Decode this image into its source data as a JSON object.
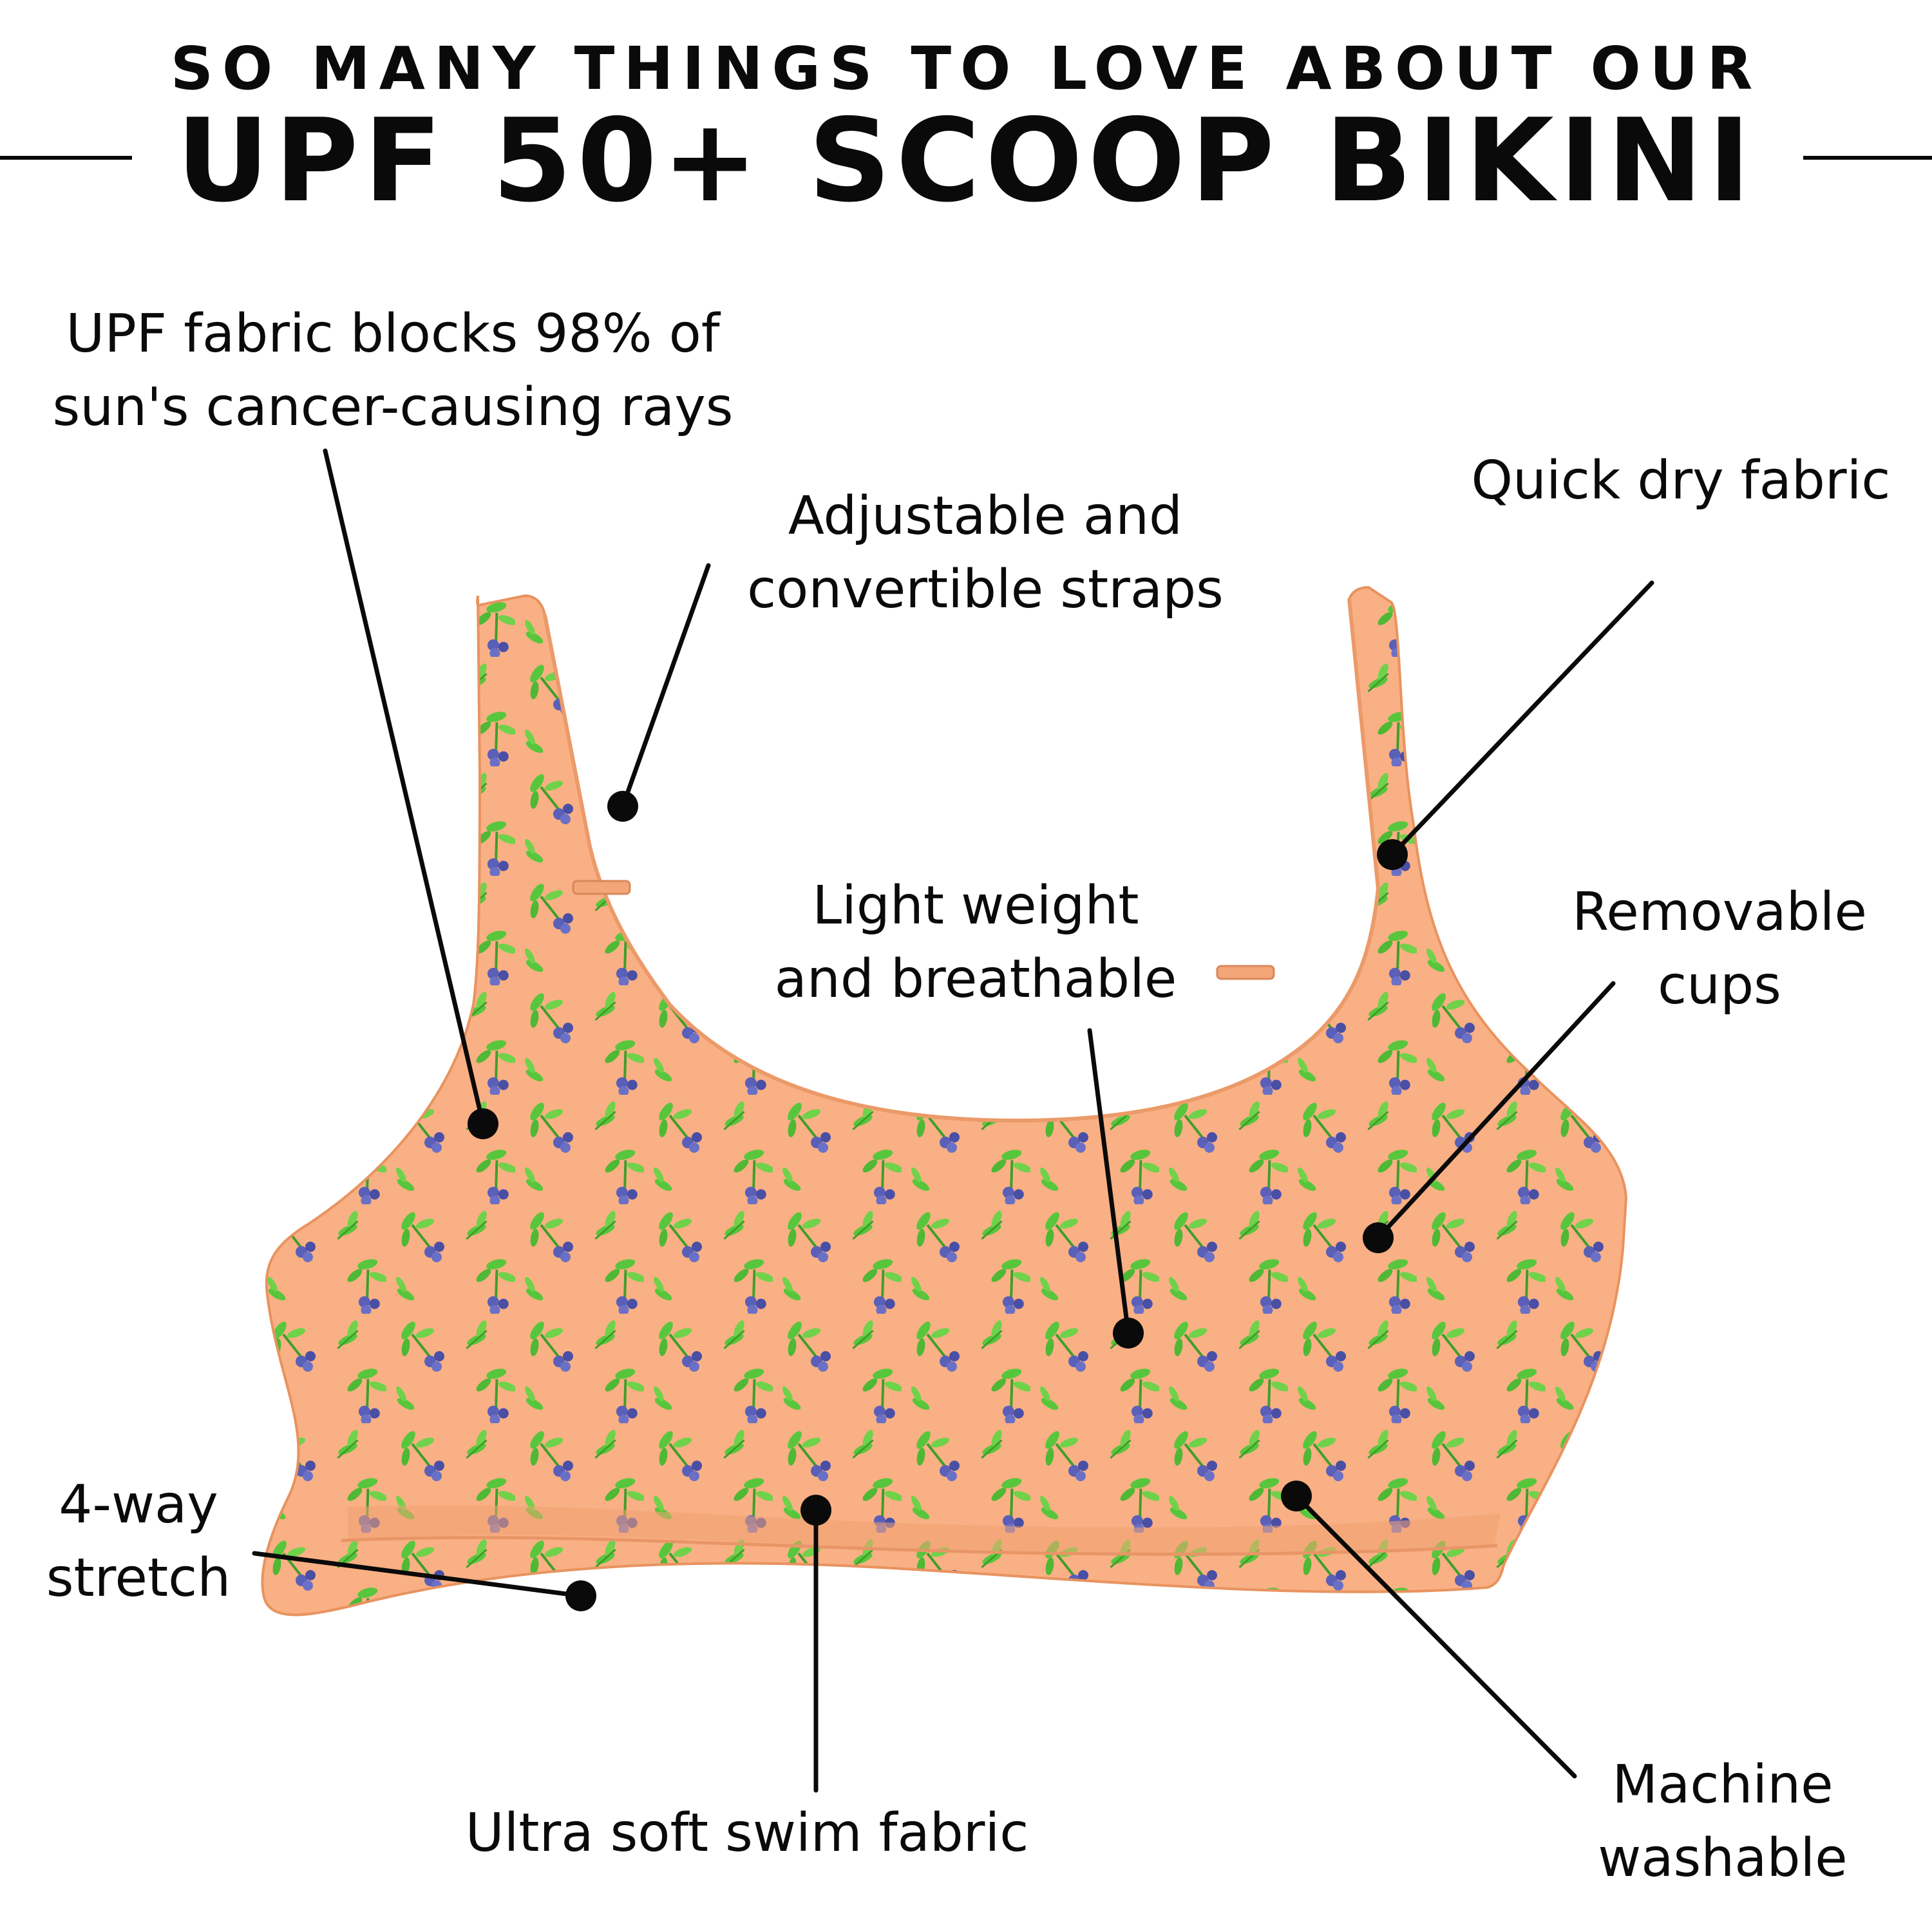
{
  "header": {
    "subtitle": "SO MANY THINGS TO LOVE ABOUT OUR",
    "title": "UPF 50+ SCOOP BIKINI"
  },
  "callouts": {
    "upf": {
      "line1": "UPF fabric blocks 98% of",
      "line2": "sun's cancer-causing rays"
    },
    "straps": {
      "line1": "Adjustable and",
      "line2": "convertible straps"
    },
    "quick_dry": {
      "line1": "Quick dry fabric"
    },
    "light": {
      "line1": "Light weight",
      "line2": "and breathable"
    },
    "cups": {
      "line1": "Removable",
      "line2": "cups"
    },
    "stretch": {
      "line1": "4-way",
      "line2": "stretch"
    },
    "soft": {
      "line1": "Ultra soft swim fabric"
    },
    "washable": {
      "line1": "Machine",
      "line2": "washable"
    }
  },
  "colors": {
    "fabric": "#f9b084",
    "fabric_shade": "#f0a273",
    "leaf": "#58c63c",
    "berry": "#5a5fb8",
    "ink": "#0a0a0a"
  }
}
